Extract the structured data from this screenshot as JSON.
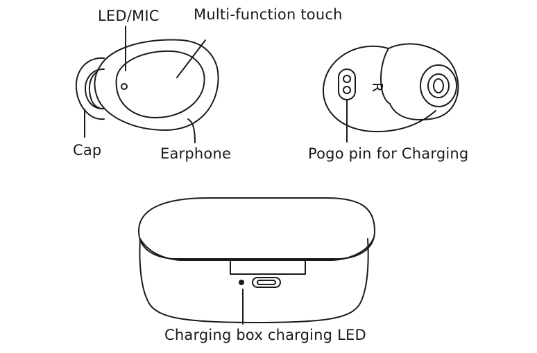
{
  "labels": {
    "led_mic": "LED/MIC",
    "multi_function_touch": "Multi-function touch",
    "cap": "Cap",
    "earphone": "Earphone",
    "pogo_pin": "Pogo pin for Charging",
    "charging_box_led": "Charging box charging LED"
  },
  "earphone_side_marking": "R",
  "colors": {
    "line": "#1a1a1a",
    "background": "#ffffff"
  }
}
